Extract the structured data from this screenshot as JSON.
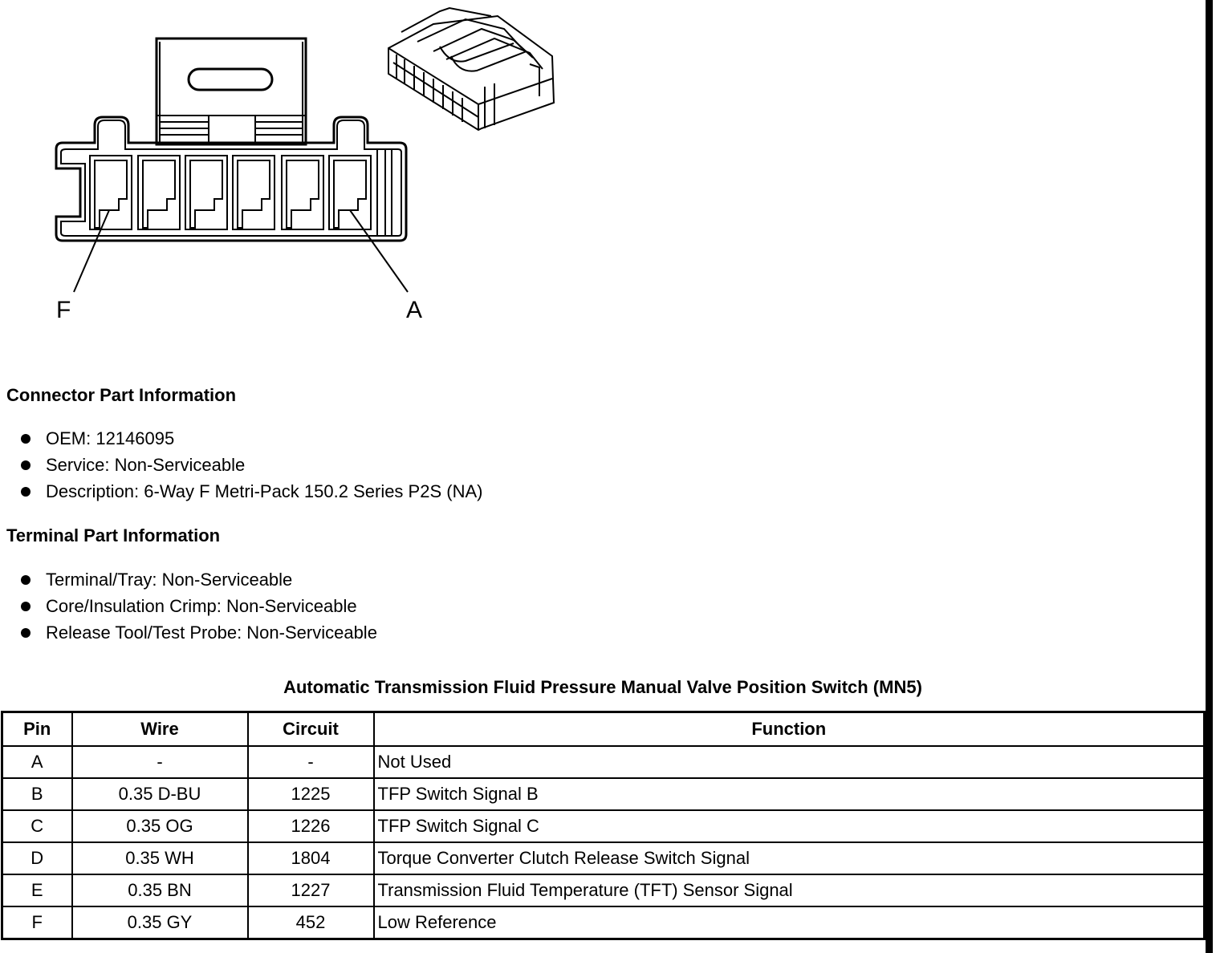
{
  "diagram": {
    "pin_left_label": "F",
    "pin_right_label": "A"
  },
  "connector_info": {
    "title": "Connector Part Information",
    "items": [
      "OEM: 12146095",
      "Service: Non-Serviceable",
      "Description: 6-Way F Metri-Pack 150.2 Series P2S (NA)"
    ]
  },
  "terminal_info": {
    "title": "Terminal Part Information",
    "items": [
      "Terminal/Tray: Non-Serviceable",
      "Core/Insulation Crimp: Non-Serviceable",
      "Release Tool/Test Probe: Non-Serviceable"
    ]
  },
  "table": {
    "caption": "Automatic Transmission Fluid Pressure Manual Valve Position Switch (MN5)",
    "headers": [
      "Pin",
      "Wire",
      "Circuit",
      "Function"
    ],
    "rows": [
      [
        "A",
        "-",
        "-",
        "Not Used"
      ],
      [
        "B",
        "0.35 D-BU",
        "1225",
        "TFP Switch Signal B"
      ],
      [
        "C",
        "0.35 OG",
        "1226",
        "TFP Switch Signal C"
      ],
      [
        "D",
        "0.35 WH",
        "1804",
        "Torque Converter Clutch Release Switch Signal"
      ],
      [
        "E",
        "0.35 BN",
        "1227",
        "Transmission Fluid Temperature (TFT) Sensor Signal"
      ],
      [
        "F",
        "0.35 GY",
        "452",
        "Low Reference"
      ]
    ]
  }
}
